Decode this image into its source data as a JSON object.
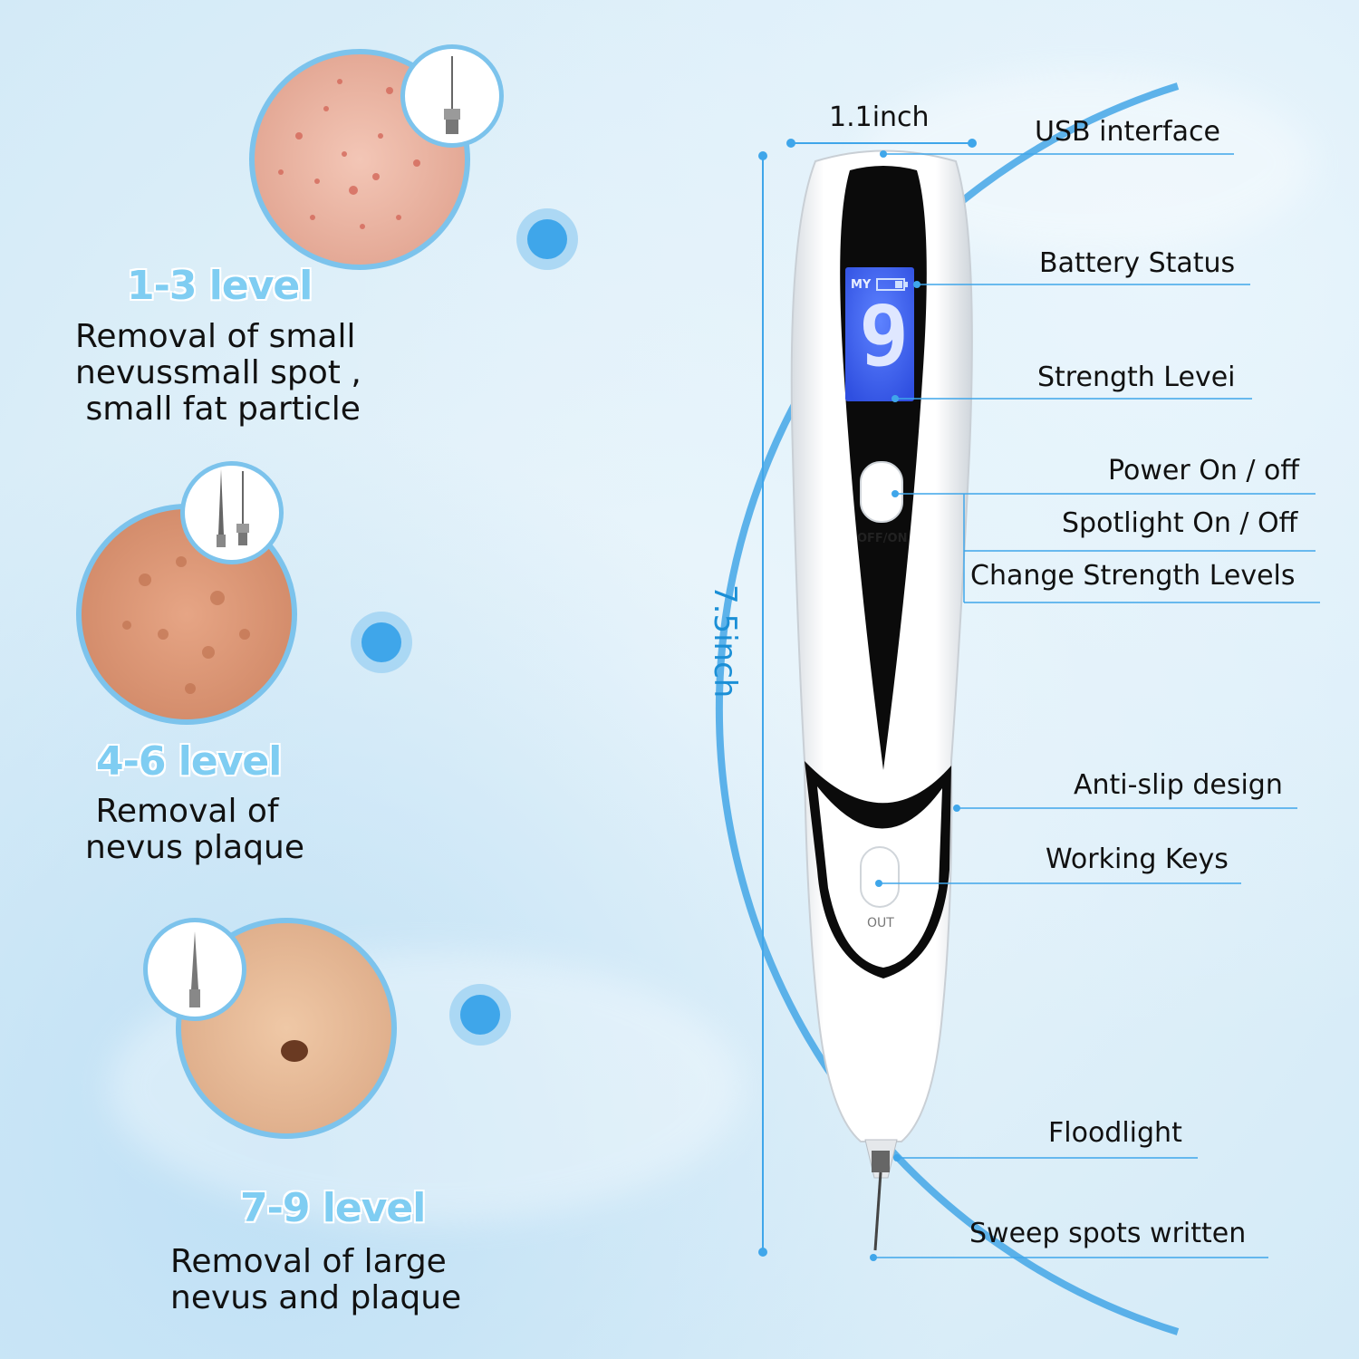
{
  "levels": [
    {
      "title": "1-3 level",
      "desc": "Removal of small\nnevussmall spot ,\n small fat particle"
    },
    {
      "title": "4-6 level",
      "desc": " Removal of\nnevus plaque"
    },
    {
      "title": "7-9 level",
      "desc": "Removal of large\nnevus and plaque"
    }
  ],
  "dimensions": {
    "width": "1.1inch",
    "height": "7.5inch"
  },
  "callouts": {
    "usb": "USB interface",
    "battery": "Battery Status",
    "strength": "Strength Levei",
    "power": "Power On / off",
    "spotlight": "Spotlight On / Off",
    "change": "Change Strength Levels",
    "antislip": "Anti-slip design",
    "working": "Working Keys",
    "flood": "Floodlight",
    "sweep": "Sweep spots written"
  },
  "device": {
    "display_label": "MY",
    "display_digit": "9",
    "power_button_label": "OFF/ON",
    "work_button_label": "OUT"
  },
  "colors": {
    "accent": "#43a6e6",
    "level_title": "#7fcdf2",
    "display": "#4a6cff"
  }
}
